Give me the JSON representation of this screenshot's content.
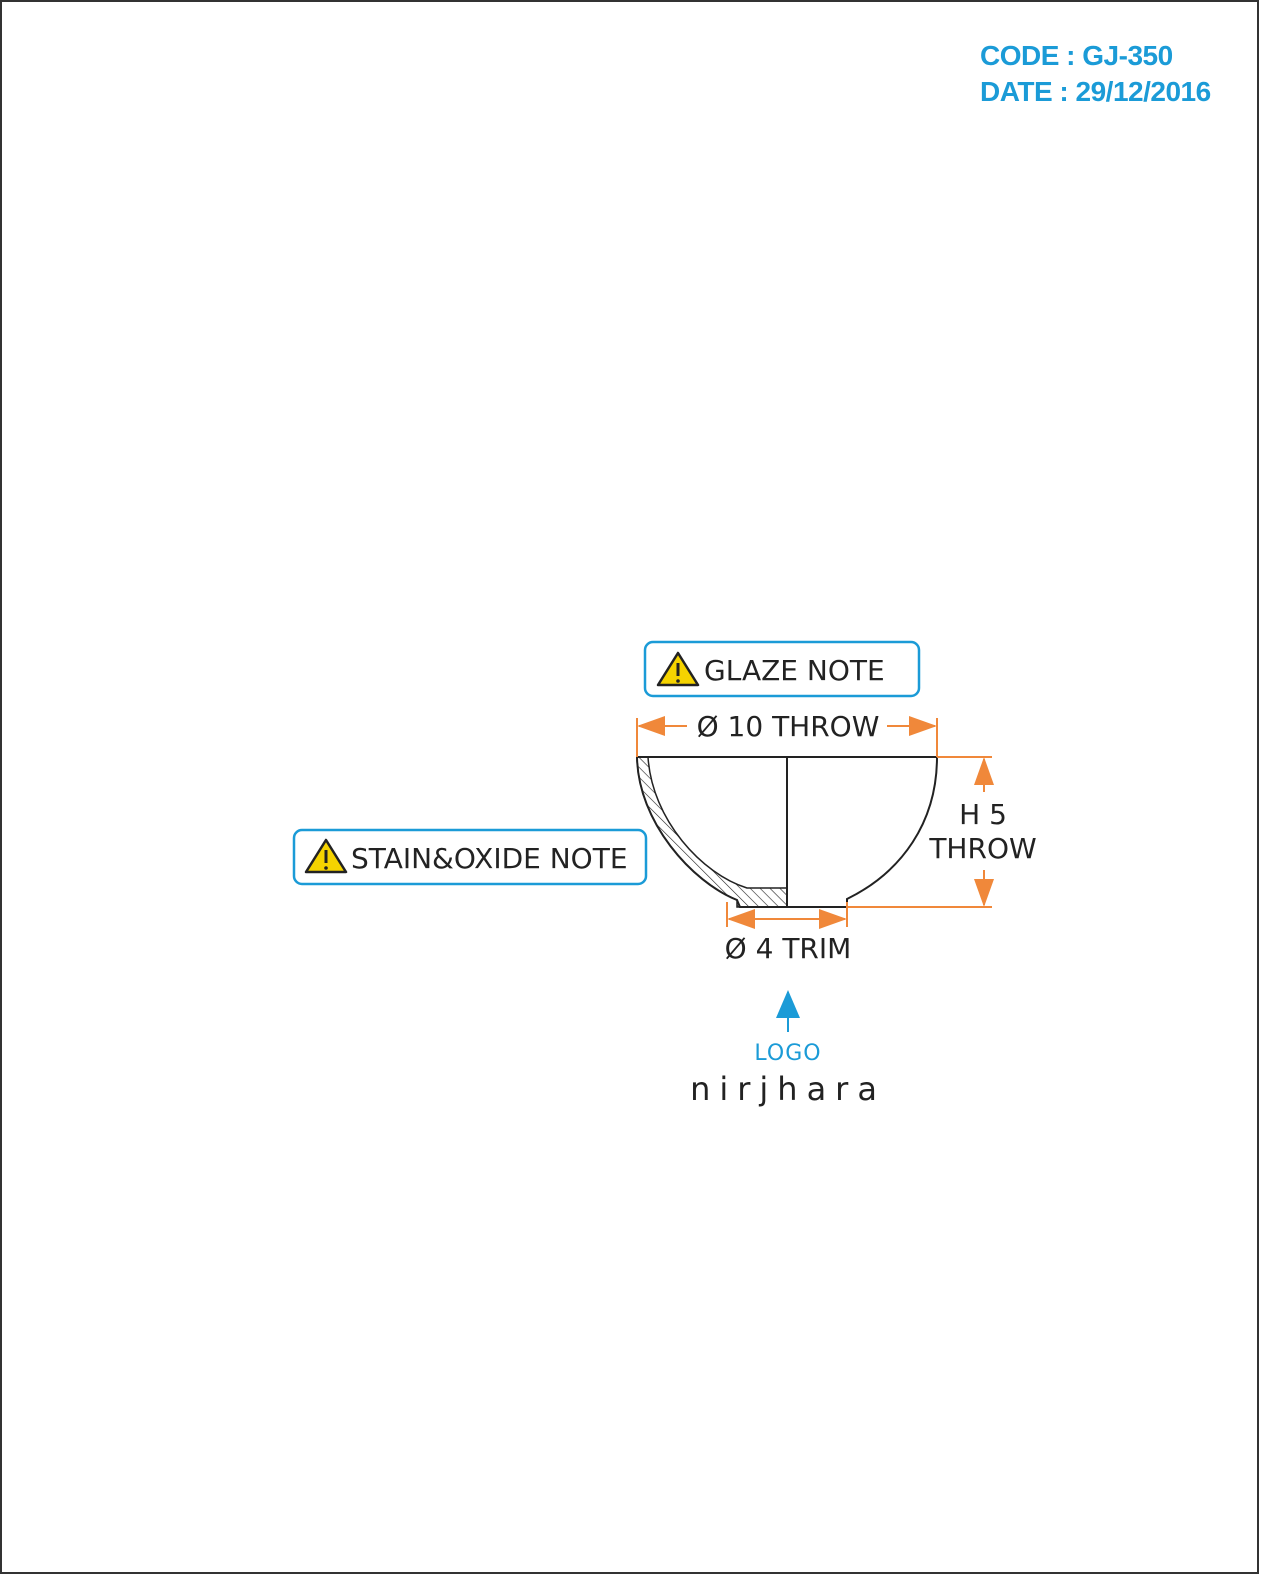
{
  "header": {
    "code": "CODE : GJ-350",
    "date": "DATE : 29/12/2016"
  },
  "notes": {
    "glaze": "GLAZE NOTE",
    "stain_oxide": "STAIN&OXIDE NOTE"
  },
  "dimensions": {
    "rim_diameter": "Ø 10 THROW",
    "height_line1": "H 5",
    "height_line2": "THROW",
    "foot_diameter": "Ø 4 TRIM"
  },
  "logo": {
    "label": "LOGO",
    "brand": "nirjhara"
  },
  "colors": {
    "accent_blue": "#1b9bd7",
    "dimension_orange": "#f0883a",
    "warning_yellow": "#f5d300",
    "line": "#222222"
  }
}
